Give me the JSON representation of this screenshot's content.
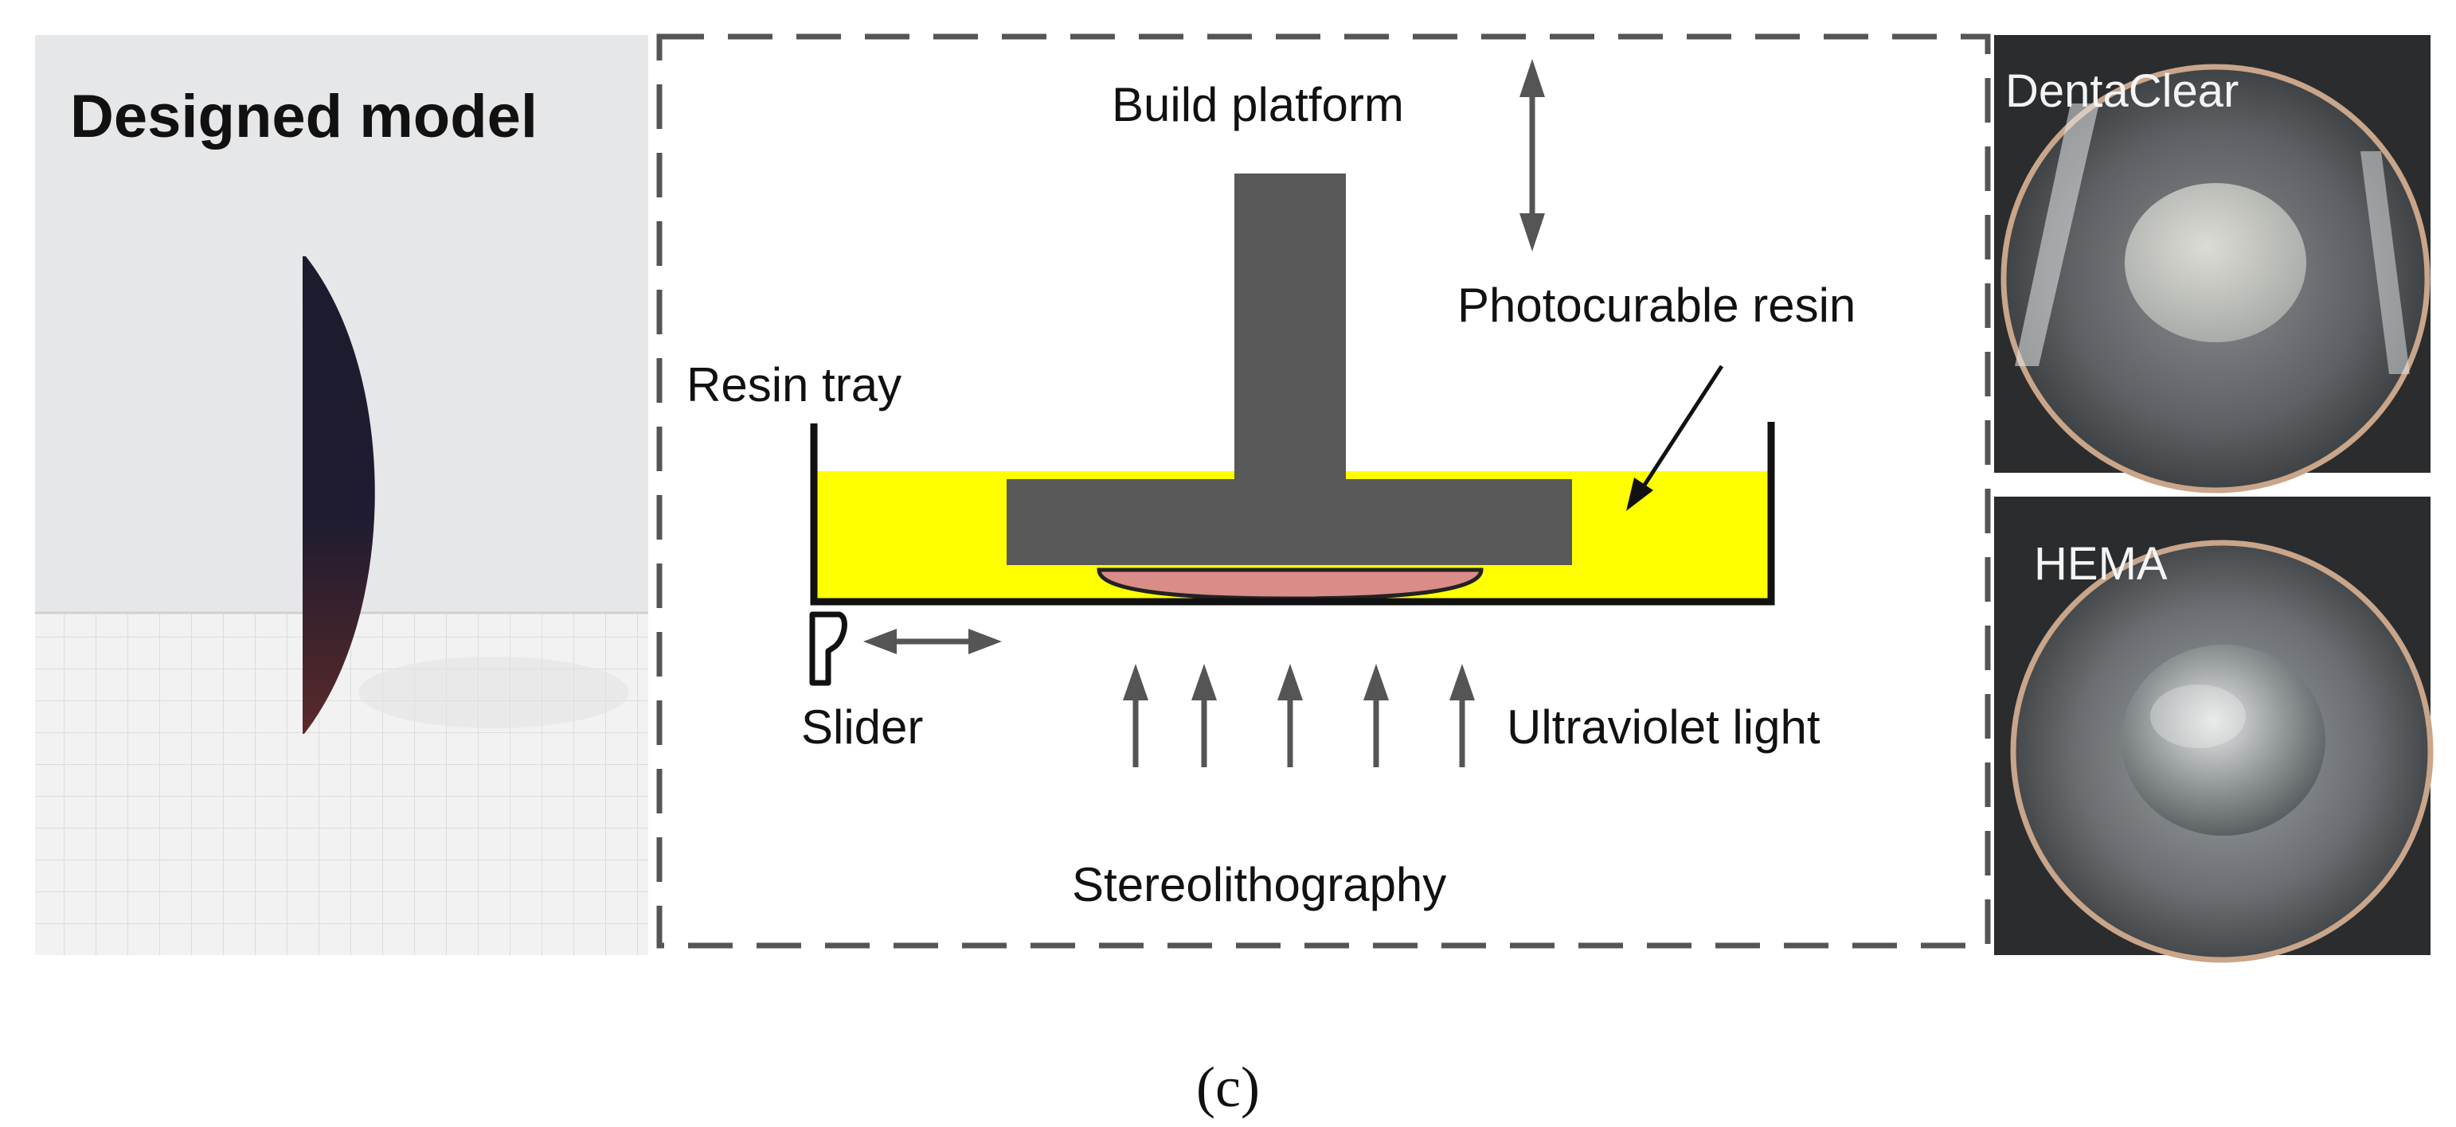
{
  "left_panel": {
    "title": "Designed model"
  },
  "center_panel": {
    "labels": {
      "build_platform": "Build platform",
      "photocurable_resin": "Photocurable resin",
      "resin_tray": "Resin tray",
      "slider": "Slider",
      "ultraviolet_light": "Ultraviolet light",
      "method": "Stereolithography"
    }
  },
  "right_panel": {
    "top_photo_label": "DentaClear",
    "bottom_photo_label": "HEMA"
  },
  "caption": "(c)",
  "colors": {
    "resin": "#ffff00",
    "platform": "#595959",
    "printed_part": "#d98c88",
    "arrows": "#555555",
    "background_panel": "#e6e7e9"
  }
}
